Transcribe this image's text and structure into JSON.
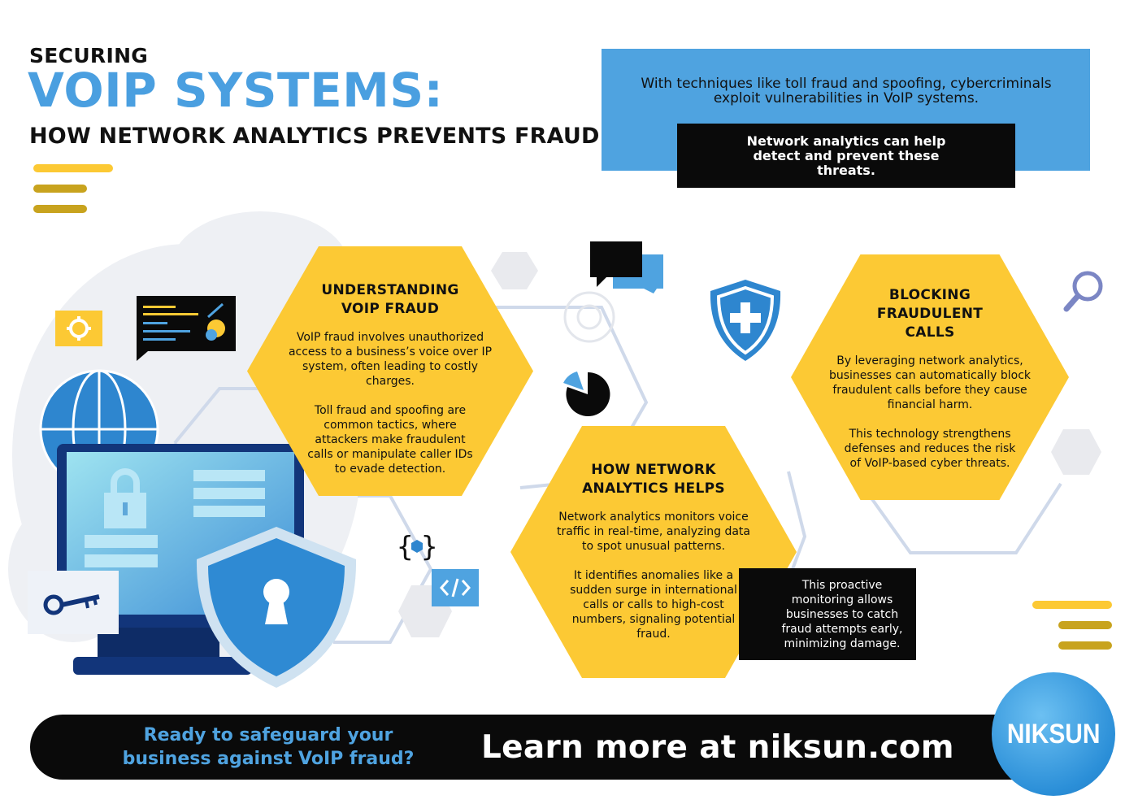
{
  "header": {
    "kicker": "SECURING",
    "headline": "VOIP SYSTEMS:",
    "subhead": "HOW NETWORK ANALYTICS PREVENTS FRAUD"
  },
  "intro": {
    "text": "With techniques like toll fraud and spoofing, cybercriminals exploit vulnerabilities in VoIP systems.",
    "highlight": "Network analytics can help detect and prevent these threats."
  },
  "sections": {
    "understanding": {
      "title": "UNDERSTANDING VOIP FRAUD",
      "paragraphs": [
        "VoIP fraud involves unauthorized access to a business’s voice over IP system, often leading to costly charges.",
        "Toll fraud and spoofing are common tactics, where attackers make fraudulent calls or manipulate caller IDs to evade detection."
      ]
    },
    "helps": {
      "title": "HOW NETWORK ANALYTICS HELPS",
      "paragraphs": [
        "Network analytics monitors voice traffic in real-time, analyzing data to spot unusual patterns.",
        "It identifies anomalies like a sudden surge in international calls or calls to high-cost numbers, signaling potential fraud."
      ]
    },
    "blocking": {
      "title": "BLOCKING FRAUDULENT CALLS",
      "paragraphs": [
        "By leveraging network analytics, businesses can automatically block fraudulent calls before they cause financial harm.",
        "This technology strengthens defenses and reduces the risk of VoIP-based cyber threats."
      ]
    }
  },
  "note": "This proactive monitoring allows businesses to catch fraud attempts early, minimizing damage.",
  "footer": {
    "question": "Ready to safeguard your business against VoIP fraud?",
    "cta": "Learn more at niksun.com",
    "logo": "NIKSUN"
  },
  "colors": {
    "accent_blue": "#4fa3e0",
    "accent_yellow": "#fcc934",
    "dark_yellow": "#c8a31e",
    "black": "#0a0a0a"
  },
  "icons": [
    "gear-icon",
    "code-chat-icon",
    "globe-icon",
    "monitor-icon",
    "padlock-icon",
    "shield-keyhole-icon",
    "key-icon",
    "curly-braces-icon",
    "code-tag-icon",
    "chat-bubbles-icon",
    "pie-chart-icon",
    "shield-plus-icon",
    "magnifier-icon"
  ]
}
